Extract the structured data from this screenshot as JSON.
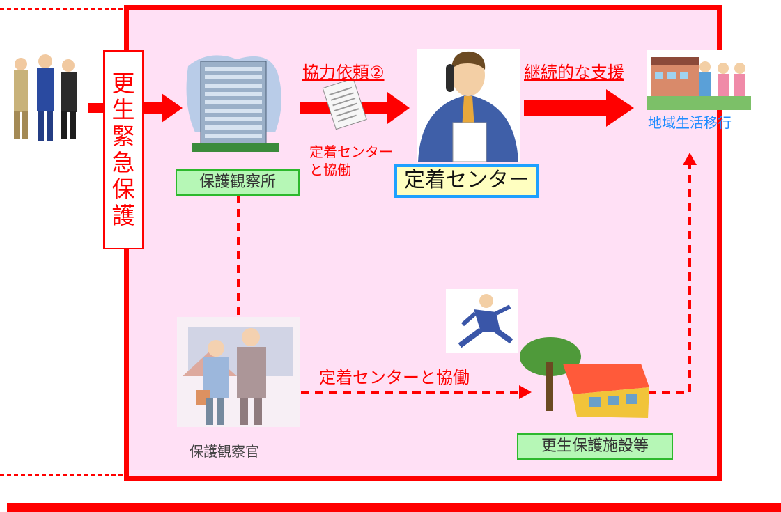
{
  "emergency_label": [
    "更",
    "生",
    "緊",
    "急",
    "保",
    "護"
  ],
  "probation_office": "保護観察所",
  "request_label": "協力依頼②",
  "collab_small": [
    "定着センター",
    "と協働"
  ],
  "center_label": "定着センター",
  "support_label": "継続的な支援",
  "transition_label": "地域生活移行",
  "officer_label": "保護観察官",
  "collab_long": "定着センターと協働",
  "facility_label": "更生保護施設等",
  "colors": {
    "red": "#ff0000",
    "pink": "#ffe0f5",
    "green_box": "#b6f7b6",
    "blue_border": "#1ea0ff"
  }
}
